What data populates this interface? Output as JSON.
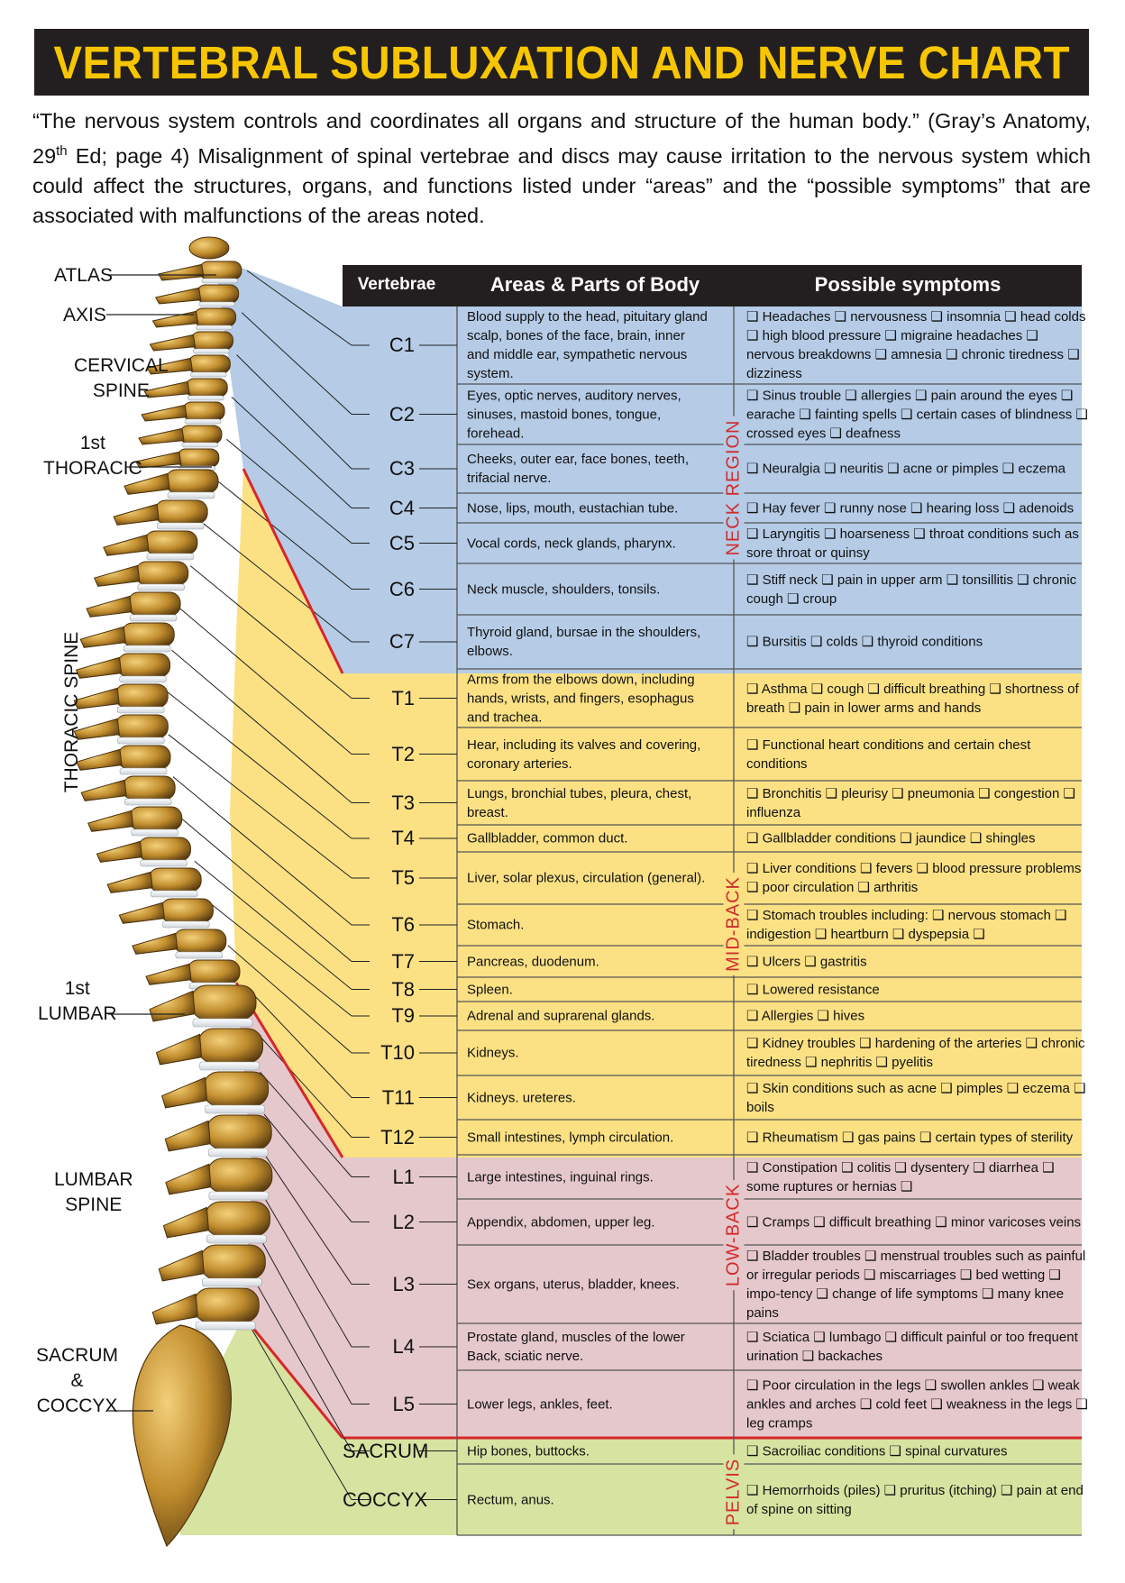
{
  "title": "VERTEBRAL SUBLUXATION AND NERVE CHART",
  "intro": {
    "text_before_sup": "“The nervous system controls and coordinates all organs and structure of the human body.” (Gray’s Anatomy, 29",
    "sup": "th",
    "text_after_sup": " Ed; page 4) Misalignment of spinal vertebrae and discs may cause irritation to the nervous system which could affect the structures, organs, and functions listed under “areas” and the “possible symptoms” that are associated with malfunctions of the areas noted."
  },
  "table_headers": {
    "vertebrae": "Vertebrae",
    "areas": "Areas & Parts of Body",
    "symptoms": "Possible symptoms"
  },
  "spine_labels": {
    "atlas": "ATLAS",
    "axis": "AXIS",
    "cervical_spine": "CERVICAL\nSPINE",
    "first_thoracic": "1st\nTHORACIC",
    "thoracic_spine": "THORACIC SPINE",
    "first_lumbar": "1st\nLUMBAR",
    "lumbar_spine": "LUMBAR\nSPINE",
    "sacrum_coccyx": "SACRUM\n&\nCOCCYX"
  },
  "regions": {
    "neck": "NECK REGION",
    "mid_back": "MID-BACK",
    "low_back": "LOW-BACK",
    "pelvis": "PELVIS"
  },
  "colors": {
    "neck": "#b5cbe6",
    "mid_back": "#fbe184",
    "low_back": "#e5c8cc",
    "pelvis": "#d6e3a1",
    "title_bg": "#231f20",
    "title_text": "#f7c600",
    "region_text": "#d12b2b",
    "divider_red": "#d7262b"
  },
  "rows": [
    {
      "vertebra": "C1",
      "area": "Blood supply to the head, pituitary gland scalp, bones of the face, brain, inner and middle ear, sympathetic nervous system.",
      "symptoms": "❑ Headaches ❑ nervousness ❑ insomnia ❑ head colds ❑ high blood pressure ❑ migraine headaches ❑ nervous breakdowns ❑ amnesia ❑ chronic tiredness ❑ dizziness"
    },
    {
      "vertebra": "C2",
      "area": "Eyes, optic nerves, auditory nerves, sinuses, mastoid bones, tongue, forehead.",
      "symptoms": "❑ Sinus trouble ❑ allergies ❑ pain around the eyes ❑ earache ❑ fainting spells ❑ certain cases of blindness ❑ crossed eyes ❑ deafness"
    },
    {
      "vertebra": "C3",
      "area": "Cheeks, outer ear, face bones, teeth, trifacial nerve.",
      "symptoms": "❑ Neuralgia ❑ neuritis ❑ acne or pimples ❑ eczema"
    },
    {
      "vertebra": "C4",
      "area": "Nose, lips, mouth, eustachian tube.",
      "symptoms": "❑ Hay fever ❑ runny nose ❑ hearing loss ❑ adenoids"
    },
    {
      "vertebra": "C5",
      "area": "Vocal cords, neck glands, pharynx.",
      "symptoms": "❑ Laryngitis ❑ hoarseness ❑ throat conditions such as sore throat or quinsy"
    },
    {
      "vertebra": "C6",
      "area": "Neck muscle, shoulders, tonsils.",
      "symptoms": "❑ Stiff neck ❑ pain in upper arm ❑ tonsillitis ❑ chronic cough ❑ croup"
    },
    {
      "vertebra": "C7",
      "area": "Thyroid gland, bursae in the shoulders, elbows.",
      "symptoms": "❑ Bursitis ❑ colds ❑ thyroid conditions"
    },
    {
      "vertebra": "T1",
      "area": "Arms from the elbows down, including hands, wrists, and fingers, esophagus and trachea.",
      "symptoms": "❑ Asthma ❑ cough ❑ difficult breathing ❑ shortness of breath ❑ pain in lower arms and hands"
    },
    {
      "vertebra": "T2",
      "area": "Hear, including its valves and covering, coronary arteries.",
      "symptoms": "❑ Functional heart conditions and certain chest conditions"
    },
    {
      "vertebra": "T3",
      "area": "Lungs, bronchial tubes, pleura, chest, breast.",
      "symptoms": "❑ Bronchitis ❑ pleurisy ❑ pneumonia ❑ congestion ❑ influenza"
    },
    {
      "vertebra": "T4",
      "area": "Gallbladder, common duct.",
      "symptoms": "❑ Gallbladder conditions ❑ jaundice ❑ shingles"
    },
    {
      "vertebra": "T5",
      "area": "Liver, solar plexus, circulation (general).",
      "symptoms": "❑ Liver conditions ❑ fevers ❑ blood pressure problems ❑ poor circulation ❑ arthritis"
    },
    {
      "vertebra": "T6",
      "area": "Stomach.",
      "symptoms": "❑ Stomach troubles including: ❑ nervous stomach ❑ indigestion ❑ heartburn ❑ dyspepsia ❑"
    },
    {
      "vertebra": "T7",
      "area": "Pancreas, duodenum.",
      "symptoms": "❑ Ulcers ❑ gastritis"
    },
    {
      "vertebra": "T8",
      "area": "Spleen.",
      "symptoms": "❑ Lowered resistance"
    },
    {
      "vertebra": "T9",
      "area": "Adrenal and suprarenal glands.",
      "symptoms": "❑ Allergies ❑ hives"
    },
    {
      "vertebra": "T10",
      "area": "Kidneys.",
      "symptoms": "❑ Kidney troubles ❑ hardening of the arteries ❑ chronic tiredness ❑ nephritis ❑ pyelitis"
    },
    {
      "vertebra": "T11",
      "area": "Kidneys. ureteres.",
      "symptoms": "❑ Skin conditions such as acne ❑ pimples ❑ eczema ❑ boils"
    },
    {
      "vertebra": "T12",
      "area": "Small intestines, lymph circulation.",
      "symptoms": "❑ Rheumatism ❑ gas pains ❑ certain types of sterility"
    },
    {
      "vertebra": "L1",
      "area": "Large intestines, inguinal rings.",
      "symptoms": "❑ Constipation ❑ colitis ❑ dysentery ❑ diarrhea ❑ some ruptures or hernias ❑"
    },
    {
      "vertebra": "L2",
      "area": "Appendix, abdomen, upper leg.",
      "symptoms": "❑ Cramps ❑ difficult breathing ❑ minor varicoses veins"
    },
    {
      "vertebra": "L3",
      "area": "Sex organs, uterus, bladder, knees.",
      "symptoms": "❑ Bladder troubles ❑ menstrual troubles such as painful or irregular periods ❑ miscarriages ❑ bed wetting ❑ impo-tency ❑ change of life symptoms ❑ many knee pains"
    },
    {
      "vertebra": "L4",
      "area": "Prostate gland, muscles of the lower Back, sciatic nerve.",
      "symptoms": "❑ Sciatica ❑ lumbago ❑ difficult painful or too frequent urination ❑ backaches"
    },
    {
      "vertebra": "L5",
      "area": "Lower legs, ankles, feet.",
      "symptoms": "❑ Poor circulation in the legs ❑ swollen ankles ❑ weak ankles and arches ❑ cold feet ❑ weakness in the legs ❑ leg cramps"
    },
    {
      "vertebra": "SACRUM",
      "area": "Hip bones, buttocks.",
      "symptoms": "❑ Sacroiliac conditions ❑ spinal curvatures"
    },
    {
      "vertebra": "COCCYX",
      "area": "Rectum, anus.",
      "symptoms": "❑ Hemorrhoids (piles) ❑ pruritus (itching) ❑ pain at end of spine on sitting"
    }
  ]
}
